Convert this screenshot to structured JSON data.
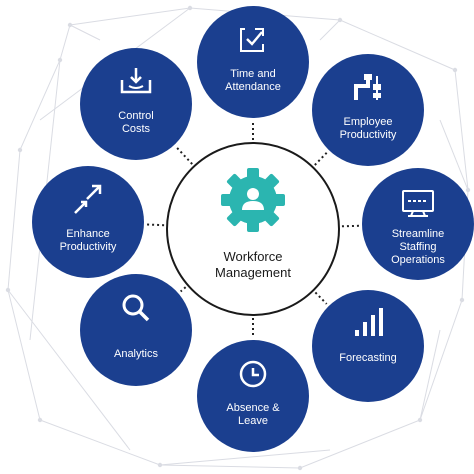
{
  "center": {
    "label": "Workforce\nManagement",
    "icon": "gear-person-icon",
    "icon_color": "#2bb5b0",
    "border_color": "#1a1a1a"
  },
  "node_color": "#1b3f8f",
  "nodes": [
    {
      "id": "time-attendance",
      "label": "Time and\nAttendance",
      "icon": "clipboard-check-icon"
    },
    {
      "id": "employee-productivity",
      "label": "Employee\nProductivity",
      "icon": "pipeline-icon"
    },
    {
      "id": "streamline-staffing",
      "label": "Streamline\nStaffing\nOperations",
      "icon": "monitor-icon"
    },
    {
      "id": "forecasting",
      "label": "Forecasting",
      "icon": "bar-chart-icon"
    },
    {
      "id": "absence-leave",
      "label": "Absence &\nLeave",
      "icon": "clock-icon"
    },
    {
      "id": "analytics",
      "label": "Analytics",
      "icon": "magnifier-icon"
    },
    {
      "id": "enhance-productivity",
      "label": "Enhance\nProductivity",
      "icon": "arrows-up-right-icon"
    },
    {
      "id": "control-costs",
      "label": "Control\nCosts",
      "icon": "tray-download-icon"
    }
  ]
}
